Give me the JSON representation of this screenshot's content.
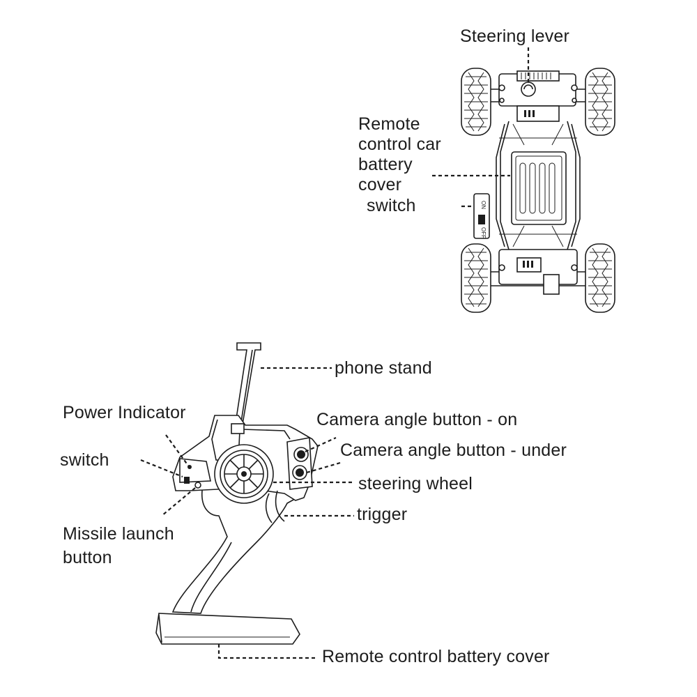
{
  "car_diagram": {
    "labels": {
      "steering_lever": "Steering lever",
      "battery_cover_line1": "Remote",
      "battery_cover_line2": "control car",
      "battery_cover_line3": "battery",
      "battery_cover_line4": "cover",
      "switch": "switch"
    },
    "switch_markings": {
      "on": "ON",
      "off": "OFF"
    }
  },
  "remote_diagram": {
    "labels": {
      "phone_stand": "phone stand",
      "power_indicator": "Power Indicator",
      "switch": "switch",
      "camera_angle_on": "Camera angle button - on",
      "camera_angle_under": "Camera angle button - under",
      "steering_wheel": "steering wheel",
      "trigger": "trigger",
      "missile_launch_line1": "Missile launch",
      "missile_launch_line2": "button",
      "battery_cover": "Remote control battery cover"
    }
  },
  "colors": {
    "line": "#1c1c1c",
    "background": "#ffffff"
  }
}
